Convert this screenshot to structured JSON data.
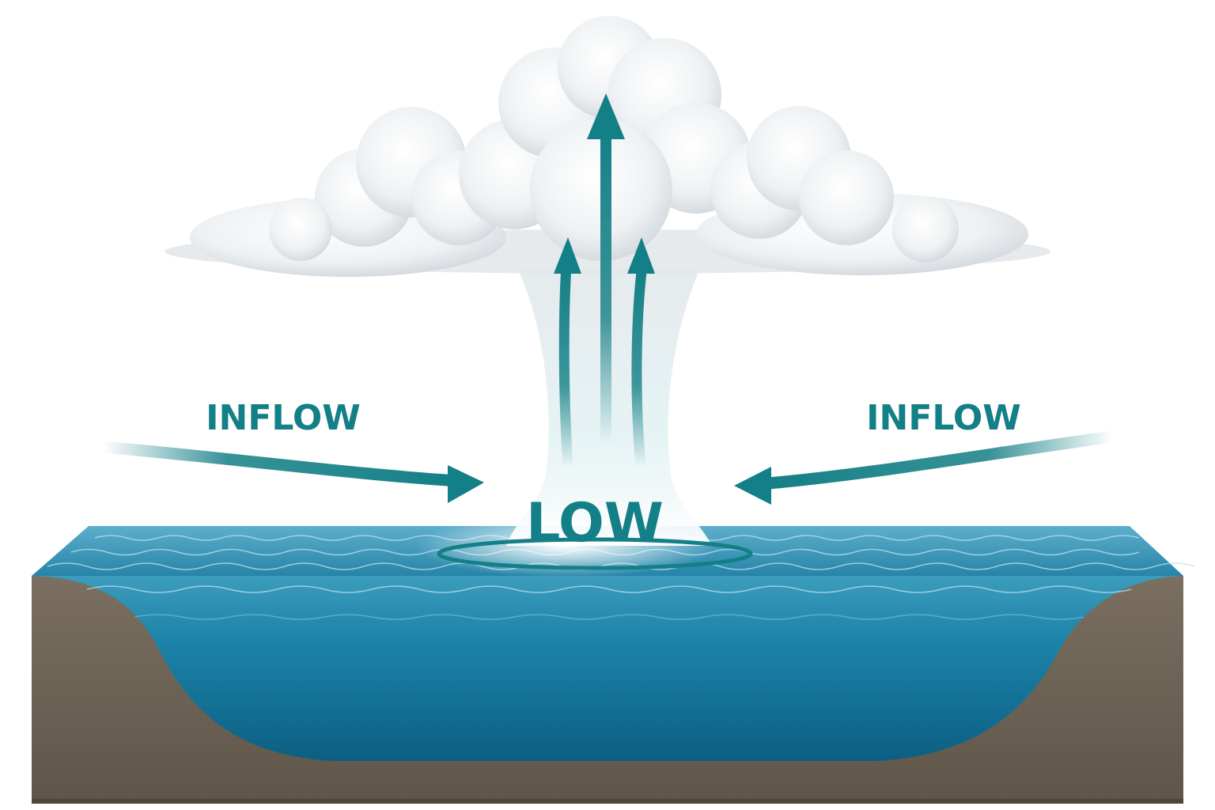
{
  "labels": {
    "left_inflow": "INFLOW",
    "right_inflow": "INFLOW",
    "center": "LOW"
  },
  "colors": {
    "accent": "#137f86",
    "cloud": "#e9edf0",
    "water_top": "#2f8fb0",
    "water_deep": "#0f6a8e",
    "ground": "#6f6558"
  }
}
